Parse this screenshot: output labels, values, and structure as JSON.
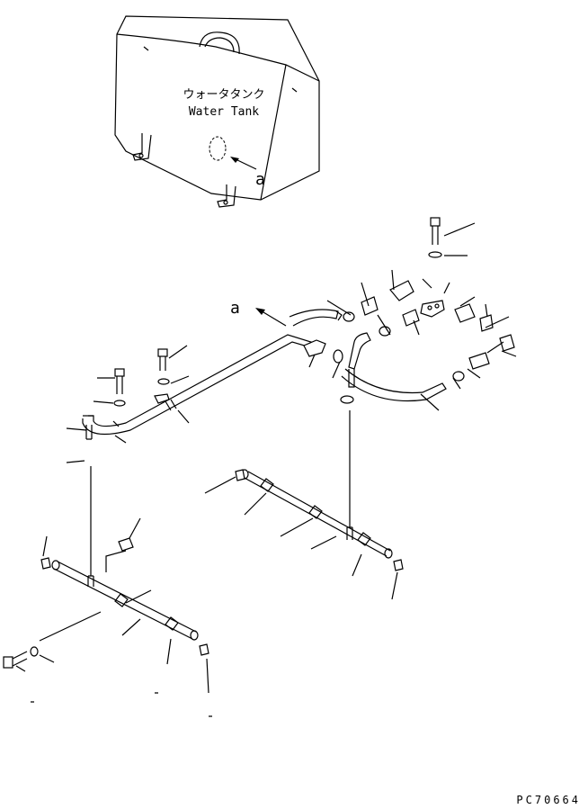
{
  "tank": {
    "label_jp": "ウォータタンク",
    "label_en": "Water Tank"
  },
  "view_marker": {
    "near_tank": "a",
    "near_pipe": "a"
  },
  "figure_code": "PC70664"
}
